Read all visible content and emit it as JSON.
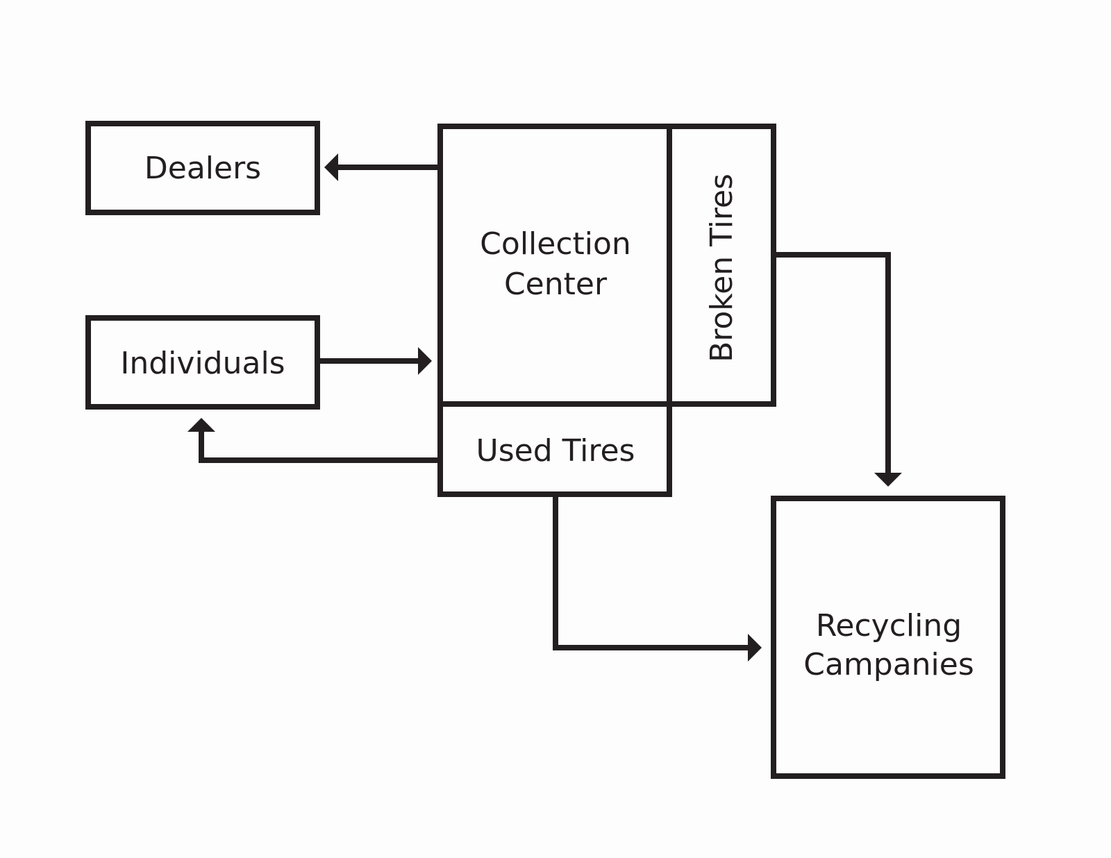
{
  "diagram": {
    "nodes": {
      "dealers": "Dealers",
      "individuals": "Individuals",
      "collection_center": [
        "Collection",
        "Center"
      ],
      "broken_tires": "Broken Tires",
      "used_tires": "Used Tires",
      "recycling": [
        "Recycling",
        "Campanies"
      ]
    },
    "edges": [
      {
        "from": "Collection Center",
        "to": "Dealers"
      },
      {
        "from": "Individuals",
        "to": "Collection Center"
      },
      {
        "from": "Used Tires",
        "to": "Individuals"
      },
      {
        "from": "Broken Tires",
        "to": "Recycling Campanies"
      },
      {
        "from": "Used Tires",
        "to": "Recycling Campanies"
      }
    ],
    "colors": {
      "stroke": "#231f20",
      "background": "#fdfdfd"
    }
  }
}
